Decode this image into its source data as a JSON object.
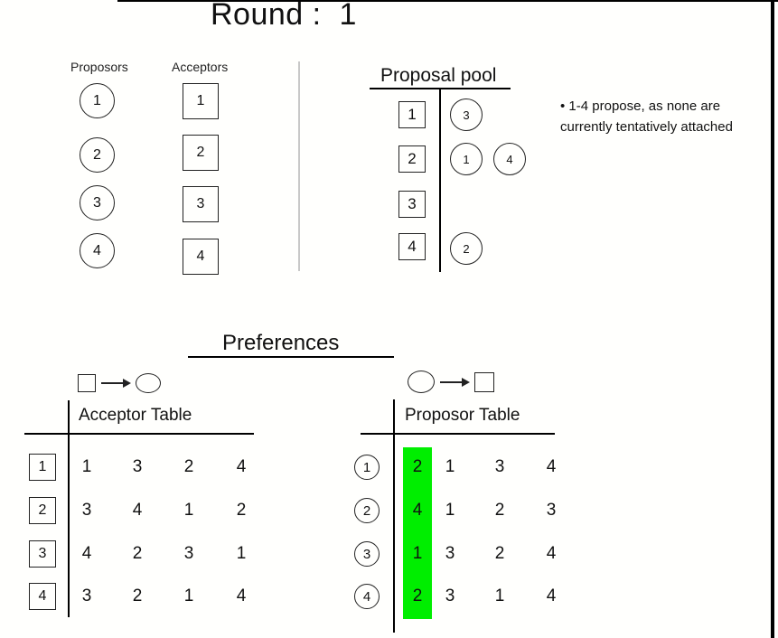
{
  "page": {
    "title": "Round :  1"
  },
  "legend": {
    "proposors_label": "Proposors",
    "acceptors_label": "Acceptors"
  },
  "entities": {
    "proposors": [
      "1",
      "2",
      "3",
      "4"
    ],
    "acceptors": [
      "1",
      "2",
      "3",
      "4"
    ]
  },
  "proposal_pool": {
    "title": "Proposal pool",
    "rows": [
      {
        "acceptor": "1",
        "proposers": [
          "3"
        ]
      },
      {
        "acceptor": "2",
        "proposers": [
          "1",
          "4"
        ]
      },
      {
        "acceptor": "3",
        "proposers": []
      },
      {
        "acceptor": "4",
        "proposers": [
          "2"
        ]
      }
    ],
    "note": {
      "line1": "• 1-4 propose, as none are",
      "line2": "currently tentatively attached"
    }
  },
  "preferences": {
    "title": "Preferences",
    "acceptor_table": {
      "title": "Acceptor Table",
      "mapping": "square-to-circle",
      "row_labels": [
        "1",
        "2",
        "3",
        "4"
      ],
      "rows": [
        [
          "1",
          "3",
          "2",
          "4"
        ],
        [
          "3",
          "4",
          "1",
          "2"
        ],
        [
          "4",
          "2",
          "3",
          "1"
        ],
        [
          "3",
          "2",
          "1",
          "4"
        ]
      ]
    },
    "proposor_table": {
      "title": "Proposor Table",
      "mapping": "circle-to-square",
      "row_labels": [
        "1",
        "2",
        "3",
        "4"
      ],
      "rows": [
        [
          "2",
          "1",
          "3",
          "4"
        ],
        [
          "4",
          "1",
          "2",
          "3"
        ],
        [
          "1",
          "3",
          "2",
          "4"
        ],
        [
          "2",
          "3",
          "1",
          "4"
        ]
      ],
      "highlighted_column_index": 0,
      "highlight_color": "#00EE00"
    }
  },
  "colors": {
    "background": "#fffffd",
    "divider_gray": "#c8c8c8",
    "border_black": "#000000",
    "highlight_green": "#00EE00"
  }
}
